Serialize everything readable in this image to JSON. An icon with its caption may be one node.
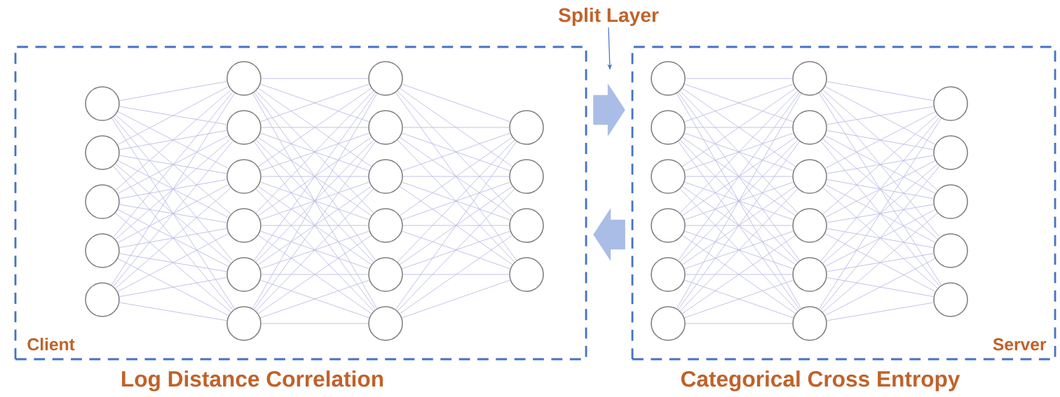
{
  "diagram": {
    "nodes": [
      {
        "text": [
          "Split Layer"
        ]
      },
      {
        "text": [
          "Client",
          "Log Distance Correlation"
        ]
      },
      {
        "text": [],
        "shape": "circle",
        "in": 1
      },
      {
        "text": [],
        "shape": "circle",
        "in": 1
      },
      {
        "text": [],
        "shape": "circle",
        "in": 1
      },
      {
        "text": [],
        "shape": "circle",
        "in": 1
      },
      {
        "text": [],
        "shape": "circle",
        "in": 1
      },
      {
        "text": [],
        "shape": "circle",
        "in": 1
      },
      {
        "text": [],
        "shape": "circle",
        "in": 1
      },
      {
        "text": [],
        "shape": "circle",
        "in": 1
      },
      {
        "text": [],
        "shape": "circle",
        "in": 1
      },
      {
        "text": [],
        "shape": "circle",
        "in": 1
      },
      {
        "text": [],
        "shape": "circle",
        "in": 1
      },
      {
        "text": [],
        "shape": "circle",
        "in": 1
      },
      {
        "text": [],
        "shape": "circle",
        "in": 1
      },
      {
        "text": [],
        "shape": "circle",
        "in": 1
      },
      {
        "text": [],
        "shape": "circle",
        "in": 1
      },
      {
        "text": [],
        "shape": "circle",
        "in": 1
      },
      {
        "text": [],
        "shape": "circle",
        "in": 1
      },
      {
        "text": [],
        "shape": "circle",
        "in": 1
      },
      {
        "text": [],
        "shape": "circle",
        "in": 1
      },
      {
        "text": [],
        "shape": "circle",
        "in": 1
      },
      {
        "text": [],
        "shape": "circle",
        "in": 1
      },
      {
        "text": [
          "Server",
          "Categorical Cross Entropy"
        ]
      },
      {
        "text": [],
        "shape": "circle",
        "in": 23
      },
      {
        "text": [],
        "shape": "circle",
        "in": 23
      },
      {
        "text": [],
        "shape": "circle",
        "in": 23
      },
      {
        "text": [],
        "shape": "circle",
        "in": 23
      },
      {
        "text": [],
        "shape": "circle",
        "in": 23
      },
      {
        "text": [],
        "shape": "circle",
        "in": 23
      },
      {
        "text": [],
        "shape": "circle",
        "in": 23
      },
      {
        "text": [],
        "shape": "circle",
        "in": 23
      },
      {
        "text": [],
        "shape": "circle",
        "in": 23
      },
      {
        "text": [],
        "shape": "circle",
        "in": 23
      },
      {
        "text": [],
        "shape": "circle",
        "in": 23
      },
      {
        "text": [],
        "shape": "circle",
        "in": 23
      },
      {
        "text": [],
        "shape": "circle",
        "in": 23
      },
      {
        "text": [],
        "shape": "circle",
        "in": 23
      },
      {
        "text": [],
        "shape": "circle",
        "in": 23
      },
      {
        "text": [],
        "shape": "circle",
        "in": 23
      },
      {
        "text": [],
        "shape": "circle",
        "in": 23
      }
    ],
    "edges": [
      {
        "from": 1,
        "to": 23,
        "arrow": "to",
        "style": "thick",
        "color": "#a9bde6"
      },
      {
        "from": 23,
        "to": 1,
        "arrow": "to",
        "style": "thick",
        "color": "#a9bde6"
      },
      {
        "from": 0,
        "to": null,
        "arrow": "to",
        "color": "#4472c4"
      },
      {
        "from": 2,
        "to": 7,
        "arrow": "none"
      },
      {
        "from": 2,
        "to": 8,
        "arrow": "none"
      },
      {
        "from": 2,
        "to": 9,
        "arrow": "none"
      },
      {
        "from": 2,
        "to": 10,
        "arrow": "none"
      },
      {
        "from": 2,
        "to": 11,
        "arrow": "none"
      },
      {
        "from": 2,
        "to": 12,
        "arrow": "none"
      },
      {
        "from": 3,
        "to": 7,
        "arrow": "none"
      },
      {
        "from": 3,
        "to": 8,
        "arrow": "none"
      },
      {
        "from": 3,
        "to": 9,
        "arrow": "none"
      },
      {
        "from": 3,
        "to": 10,
        "arrow": "none"
      },
      {
        "from": 3,
        "to": 11,
        "arrow": "none"
      },
      {
        "from": 3,
        "to": 12,
        "arrow": "none"
      },
      {
        "from": 4,
        "to": 7,
        "arrow": "none"
      },
      {
        "from": 4,
        "to": 8,
        "arrow": "none"
      },
      {
        "from": 4,
        "to": 9,
        "arrow": "none"
      },
      {
        "from": 4,
        "to": 10,
        "arrow": "none"
      },
      {
        "from": 4,
        "to": 11,
        "arrow": "none"
      },
      {
        "from": 4,
        "to": 12,
        "arrow": "none"
      },
      {
        "from": 5,
        "to": 7,
        "arrow": "none"
      },
      {
        "from": 5,
        "to": 8,
        "arrow": "none"
      },
      {
        "from": 5,
        "to": 9,
        "arrow": "none"
      },
      {
        "from": 5,
        "to": 10,
        "arrow": "none"
      },
      {
        "from": 5,
        "to": 11,
        "arrow": "none"
      },
      {
        "from": 5,
        "to": 12,
        "arrow": "none"
      },
      {
        "from": 6,
        "to": 7,
        "arrow": "none"
      },
      {
        "from": 6,
        "to": 8,
        "arrow": "none"
      },
      {
        "from": 6,
        "to": 9,
        "arrow": "none"
      },
      {
        "from": 6,
        "to": 10,
        "arrow": "none"
      },
      {
        "from": 6,
        "to": 11,
        "arrow": "none"
      },
      {
        "from": 6,
        "to": 12,
        "arrow": "none"
      },
      {
        "from": 7,
        "to": 13,
        "arrow": "none"
      },
      {
        "from": 7,
        "to": 14,
        "arrow": "none"
      },
      {
        "from": 7,
        "to": 15,
        "arrow": "none"
      },
      {
        "from": 7,
        "to": 16,
        "arrow": "none"
      },
      {
        "from": 7,
        "to": 17,
        "arrow": "none"
      },
      {
        "from": 7,
        "to": 18,
        "arrow": "none"
      },
      {
        "from": 8,
        "to": 13,
        "arrow": "none"
      },
      {
        "from": 8,
        "to": 14,
        "arrow": "none"
      },
      {
        "from": 8,
        "to": 15,
        "arrow": "none"
      },
      {
        "from": 8,
        "to": 16,
        "arrow": "none"
      },
      {
        "from": 8,
        "to": 17,
        "arrow": "none"
      },
      {
        "from": 8,
        "to": 18,
        "arrow": "none"
      },
      {
        "from": 9,
        "to": 13,
        "arrow": "none"
      },
      {
        "from": 9,
        "to": 14,
        "arrow": "none"
      },
      {
        "from": 9,
        "to": 15,
        "arrow": "none"
      },
      {
        "from": 9,
        "to": 16,
        "arrow": "none"
      },
      {
        "from": 9,
        "to": 17,
        "arrow": "none"
      },
      {
        "from": 9,
        "to": 18,
        "arrow": "none"
      },
      {
        "from": 10,
        "to": 13,
        "arrow": "none"
      },
      {
        "from": 10,
        "to": 14,
        "arrow": "none"
      },
      {
        "from": 10,
        "to": 15,
        "arrow": "none"
      },
      {
        "from": 10,
        "to": 16,
        "arrow": "none"
      },
      {
        "from": 10,
        "to": 17,
        "arrow": "none"
      },
      {
        "from": 10,
        "to": 18,
        "arrow": "none"
      },
      {
        "from": 11,
        "to": 13,
        "arrow": "none"
      },
      {
        "from": 11,
        "to": 14,
        "arrow": "none"
      },
      {
        "from": 11,
        "to": 15,
        "arrow": "none"
      },
      {
        "from": 11,
        "to": 16,
        "arrow": "none"
      },
      {
        "from": 11,
        "to": 17,
        "arrow": "none"
      },
      {
        "from": 11,
        "to": 18,
        "arrow": "none"
      },
      {
        "from": 12,
        "to": 13,
        "arrow": "none"
      },
      {
        "from": 12,
        "to": 14,
        "arrow": "none"
      },
      {
        "from": 12,
        "to": 15,
        "arrow": "none"
      },
      {
        "from": 12,
        "to": 16,
        "arrow": "none"
      },
      {
        "from": 12,
        "to": 17,
        "arrow": "none"
      },
      {
        "from": 12,
        "to": 18,
        "arrow": "none"
      },
      {
        "from": 13,
        "to": 19,
        "arrow": "none"
      },
      {
        "from": 13,
        "to": 20,
        "arrow": "none"
      },
      {
        "from": 13,
        "to": 21,
        "arrow": "none"
      },
      {
        "from": 13,
        "to": 22,
        "arrow": "none"
      },
      {
        "from": 14,
        "to": 19,
        "arrow": "none"
      },
      {
        "from": 14,
        "to": 20,
        "arrow": "none"
      },
      {
        "from": 14,
        "to": 21,
        "arrow": "none"
      },
      {
        "from": 14,
        "to": 22,
        "arrow": "none"
      },
      {
        "from": 15,
        "to": 19,
        "arrow": "none"
      },
      {
        "from": 15,
        "to": 20,
        "arrow": "none"
      },
      {
        "from": 15,
        "to": 21,
        "arrow": "none"
      },
      {
        "from": 15,
        "to": 22,
        "arrow": "none"
      },
      {
        "from": 16,
        "to": 19,
        "arrow": "none"
      },
      {
        "from": 16,
        "to": 20,
        "arrow": "none"
      },
      {
        "from": 16,
        "to": 21,
        "arrow": "none"
      },
      {
        "from": 16,
        "to": 22,
        "arrow": "none"
      },
      {
        "from": 17,
        "to": 19,
        "arrow": "none"
      },
      {
        "from": 17,
        "to": 20,
        "arrow": "none"
      },
      {
        "from": 17,
        "to": 21,
        "arrow": "none"
      },
      {
        "from": 17,
        "to": 22,
        "arrow": "none"
      },
      {
        "from": 18,
        "to": 19,
        "arrow": "none"
      },
      {
        "from": 18,
        "to": 20,
        "arrow": "none"
      },
      {
        "from": 18,
        "to": 21,
        "arrow": "none"
      },
      {
        "from": 18,
        "to": 22,
        "arrow": "none"
      },
      {
        "from": 24,
        "to": 30,
        "arrow": "none"
      },
      {
        "from": 24,
        "to": 31,
        "arrow": "none"
      },
      {
        "from": 24,
        "to": 32,
        "arrow": "none"
      },
      {
        "from": 24,
        "to": 33,
        "arrow": "none"
      },
      {
        "from": 24,
        "to": 34,
        "arrow": "none"
      },
      {
        "from": 24,
        "to": 35,
        "arrow": "none"
      },
      {
        "from": 25,
        "to": 30,
        "arrow": "none"
      },
      {
        "from": 25,
        "to": 31,
        "arrow": "none"
      },
      {
        "from": 25,
        "to": 32,
        "arrow": "none"
      },
      {
        "from": 25,
        "to": 33,
        "arrow": "none"
      },
      {
        "from": 25,
        "to": 34,
        "arrow": "none"
      },
      {
        "from": 25,
        "to": 35,
        "arrow": "none"
      },
      {
        "from": 26,
        "to": 30,
        "arrow": "none"
      },
      {
        "from": 26,
        "to": 31,
        "arrow": "none"
      },
      {
        "from": 26,
        "to": 32,
        "arrow": "none"
      },
      {
        "from": 26,
        "to": 33,
        "arrow": "none"
      },
      {
        "from": 26,
        "to": 34,
        "arrow": "none"
      },
      {
        "from": 26,
        "to": 35,
        "arrow": "none"
      },
      {
        "from": 27,
        "to": 30,
        "arrow": "none"
      },
      {
        "from": 27,
        "to": 31,
        "arrow": "none"
      },
      {
        "from": 27,
        "to": 32,
        "arrow": "none"
      },
      {
        "from": 27,
        "to": 33,
        "arrow": "none"
      },
      {
        "from": 27,
        "to": 34,
        "arrow": "none"
      },
      {
        "from": 27,
        "to": 35,
        "arrow": "none"
      },
      {
        "from": 28,
        "to": 30,
        "arrow": "none"
      },
      {
        "from": 28,
        "to": 31,
        "arrow": "none"
      },
      {
        "from": 28,
        "to": 32,
        "arrow": "none"
      },
      {
        "from": 28,
        "to": 33,
        "arrow": "none"
      },
      {
        "from": 28,
        "to": 34,
        "arrow": "none"
      },
      {
        "from": 28,
        "to": 35,
        "arrow": "none"
      },
      {
        "from": 29,
        "to": 30,
        "arrow": "none"
      },
      {
        "from": 29,
        "to": 31,
        "arrow": "none"
      },
      {
        "from": 29,
        "to": 32,
        "arrow": "none"
      },
      {
        "from": 29,
        "to": 33,
        "arrow": "none"
      },
      {
        "from": 29,
        "to": 34,
        "arrow": "none"
      },
      {
        "from": 29,
        "to": 35,
        "arrow": "none"
      },
      {
        "from": 30,
        "to": 36,
        "arrow": "none"
      },
      {
        "from": 30,
        "to": 37,
        "arrow": "none"
      },
      {
        "from": 30,
        "to": 38,
        "arrow": "none"
      },
      {
        "from": 30,
        "to": 39,
        "arrow": "none"
      },
      {
        "from": 30,
        "to": 40,
        "arrow": "none"
      },
      {
        "from": 31,
        "to": 36,
        "arrow": "none"
      },
      {
        "from": 31,
        "to": 37,
        "arrow": "none"
      },
      {
        "from": 31,
        "to": 38,
        "arrow": "none"
      },
      {
        "from": 31,
        "to": 39,
        "arrow": "none"
      },
      {
        "from": 31,
        "to": 40,
        "arrow": "none"
      },
      {
        "from": 32,
        "to": 36,
        "arrow": "none"
      },
      {
        "from": 32,
        "to": 37,
        "arrow": "none"
      },
      {
        "from": 32,
        "to": 38,
        "arrow": "none"
      },
      {
        "from": 32,
        "to": 39,
        "arrow": "none"
      },
      {
        "from": 32,
        "to": 40,
        "arrow": "none"
      },
      {
        "from": 33,
        "to": 36,
        "arrow": "none"
      },
      {
        "from": 33,
        "to": 37,
        "arrow": "none"
      },
      {
        "from": 33,
        "to": 38,
        "arrow": "none"
      },
      {
        "from": 33,
        "to": 39,
        "arrow": "none"
      },
      {
        "from": 33,
        "to": 40,
        "arrow": "none"
      },
      {
        "from": 34,
        "to": 36,
        "arrow": "none"
      },
      {
        "from": 34,
        "to": 37,
        "arrow": "none"
      },
      {
        "from": 34,
        "to": 38,
        "arrow": "none"
      },
      {
        "from": 34,
        "to": 39,
        "arrow": "none"
      },
      {
        "from": 34,
        "to": 40,
        "arrow": "none"
      },
      {
        "from": 35,
        "to": 36,
        "arrow": "none"
      },
      {
        "from": 35,
        "to": 37,
        "arrow": "none"
      },
      {
        "from": 35,
        "to": 38,
        "arrow": "none"
      },
      {
        "from": 35,
        "to": 39,
        "arrow": "none"
      },
      {
        "from": 35,
        "to": 40,
        "arrow": "none"
      }
    ]
  }
}
